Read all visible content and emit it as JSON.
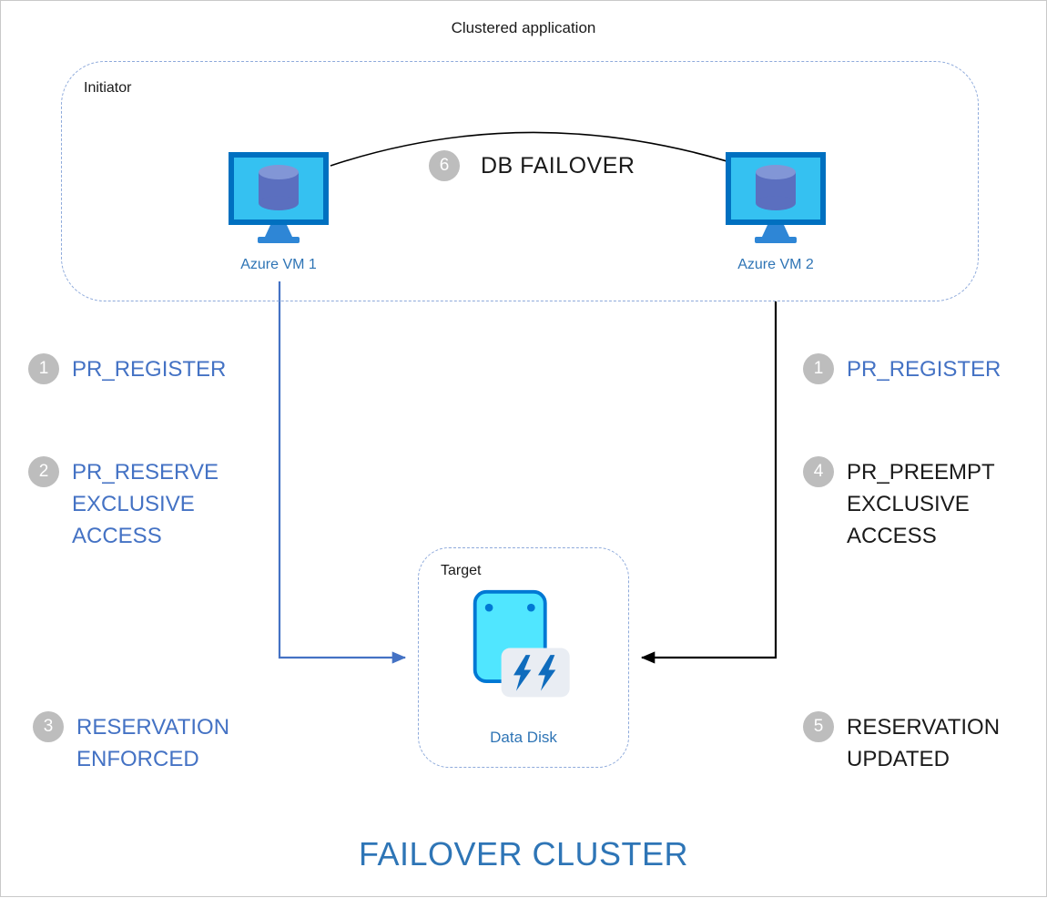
{
  "colors": {
    "step-blue": "#4472C4",
    "accent-blue": "#2E74B5",
    "footer-blue": "#2E75B6",
    "circle-gray": "#BDBDBD",
    "dash-blue": "#8EAADB"
  },
  "header": {
    "title": "Clustered application"
  },
  "initiator": {
    "label": "Initiator",
    "vms": [
      {
        "label": "Azure VM 1"
      },
      {
        "label": "Azure VM 2"
      }
    ]
  },
  "failover": {
    "num": "6",
    "label": "DB FAILOVER"
  },
  "target": {
    "label": "Target",
    "disk_label": "Data Disk"
  },
  "steps": {
    "left": [
      {
        "num": "1",
        "label": "PR_REGISTER"
      },
      {
        "num": "2",
        "label": "PR_RESERVE EXCLUSIVE ACCESS"
      },
      {
        "num": "3",
        "label": "RESERVATION ENFORCED"
      }
    ],
    "right": [
      {
        "num": "1",
        "label": "PR_REGISTER"
      },
      {
        "num": "4",
        "label": "PR_PREEMPT EXCLUSIVE ACCESS"
      },
      {
        "num": "5",
        "label": "RESERVATION UPDATED"
      }
    ]
  },
  "footer": {
    "title": "FAILOVER CLUSTER"
  }
}
